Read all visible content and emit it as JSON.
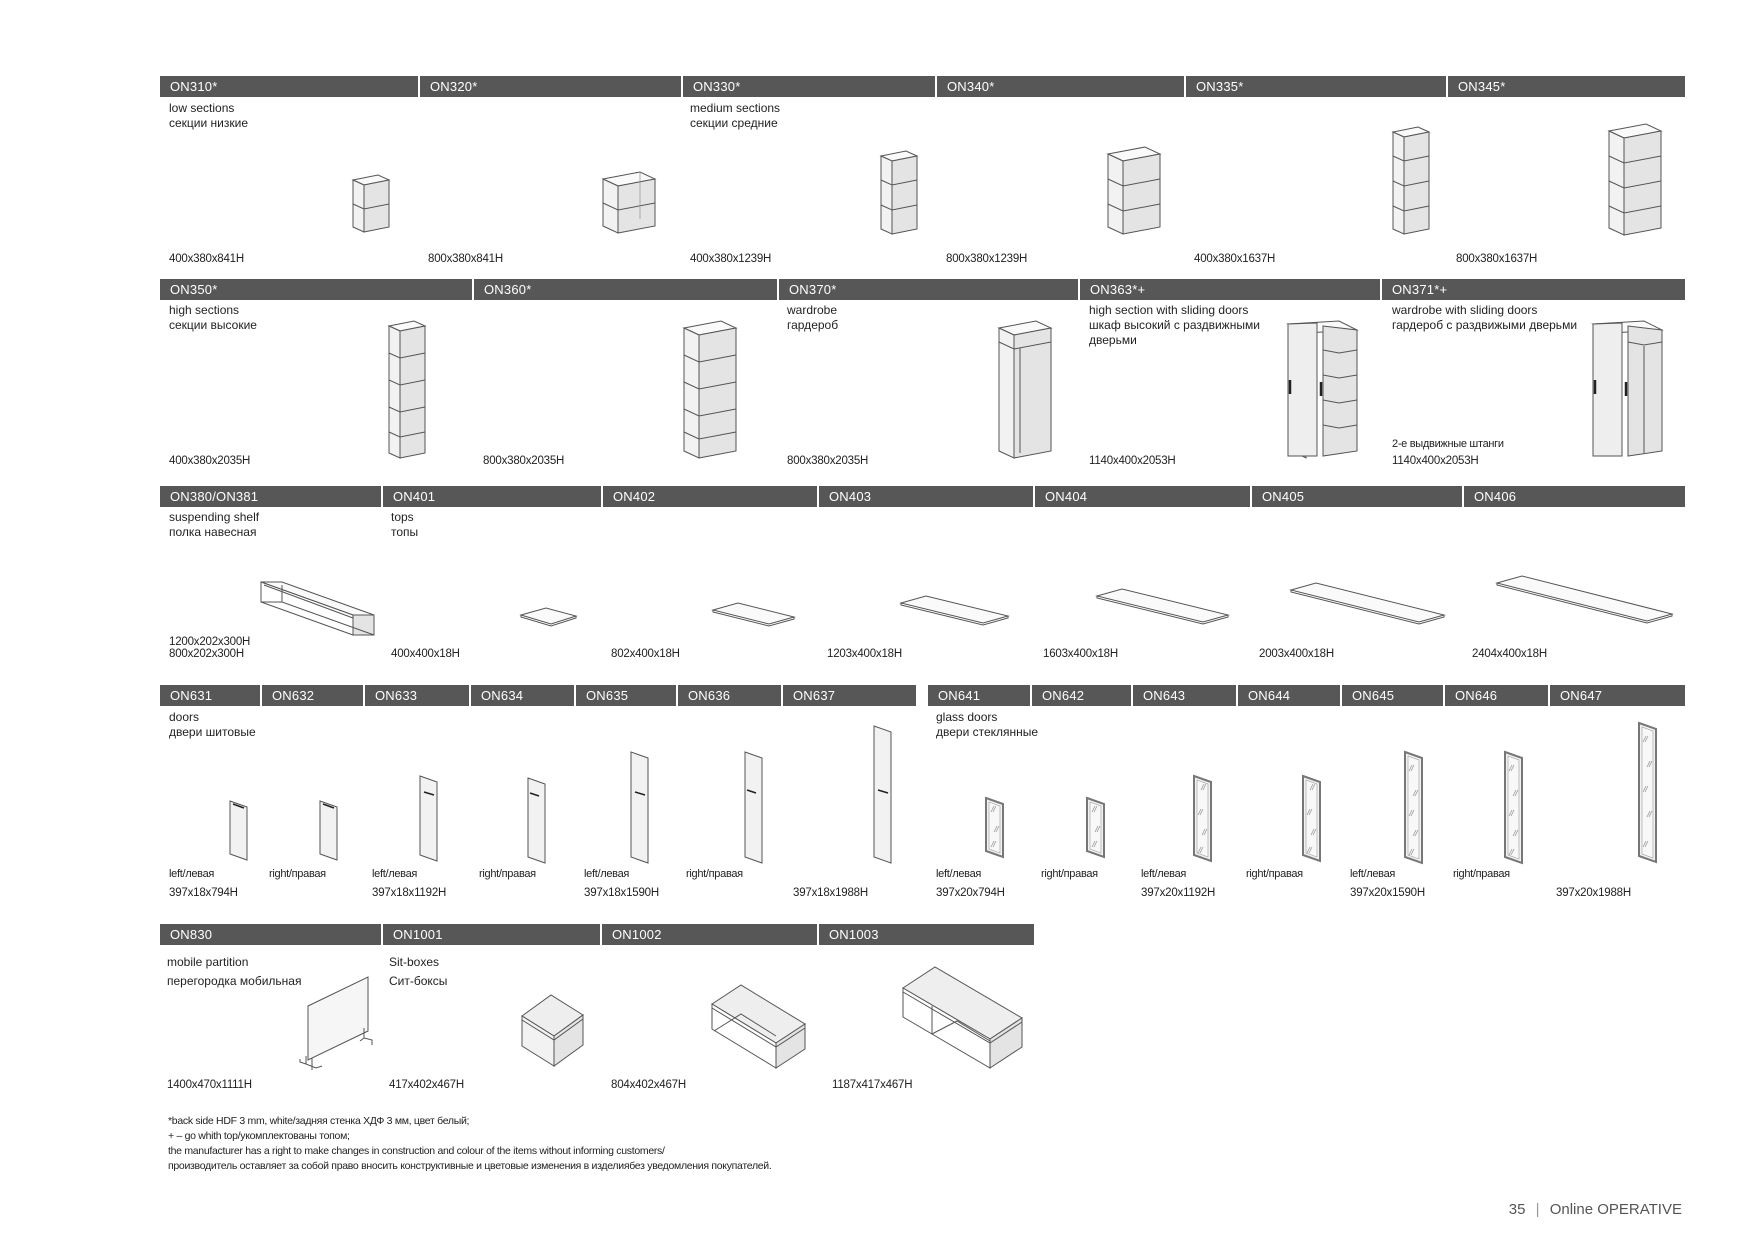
{
  "page": {
    "number": "35",
    "separator": "|",
    "brand": "Online OPERATIVE"
  },
  "row1": {
    "items": [
      {
        "code": "ON310*",
        "dims": "400x380x841H"
      },
      {
        "code": "ON320*",
        "dims": "800x380x841H"
      },
      {
        "code": "ON330*",
        "dims": "400x380x1239H"
      },
      {
        "code": "ON340*",
        "dims": "800x380x1239H"
      },
      {
        "code": "ON335*",
        "dims": "400x380x1637H"
      },
      {
        "code": "ON345*",
        "dims": "800x380x1637H"
      }
    ],
    "groups": [
      {
        "en": "low sections",
        "ru": "секции низкие"
      },
      {
        "en": "medium sections",
        "ru": "секции средние"
      }
    ]
  },
  "row2": {
    "items": [
      {
        "code": "ON350*",
        "dims": "400x380x2035H"
      },
      {
        "code": "ON360*",
        "dims": "800x380x2035H"
      },
      {
        "code": "ON370*",
        "dims": "800x380x2035H"
      },
      {
        "code": "ON363*+",
        "dims": "1140x400x2053H"
      },
      {
        "code": "ON371*+",
        "dims": "1140x400x2053H",
        "note": "2-е выдвижные штанги"
      }
    ],
    "groups": [
      {
        "en": "high sections",
        "ru": "секции высокие"
      },
      {
        "en": "wardrobe",
        "ru": "гардероб"
      },
      {
        "en": "high section with sliding doors",
        "ru": "шкаф высокий с раздвижными",
        "ru2": "дверьми"
      },
      {
        "en": "wardrobe with sliding doors",
        "ru": "гардероб с раздвижыми дверьми"
      }
    ]
  },
  "row3": {
    "items": [
      {
        "code": "ON380/ON381",
        "dims": "1200x202x300H",
        "dims2": "800x202x300H"
      },
      {
        "code": "ON401",
        "dims": "400x400x18H"
      },
      {
        "code": "ON402",
        "dims": "802x400x18H"
      },
      {
        "code": "ON403",
        "dims": "1203x400x18H"
      },
      {
        "code": "ON404",
        "dims": "1603x400x18H"
      },
      {
        "code": "ON405",
        "dims": "2003x400x18H"
      },
      {
        "code": "ON406",
        "dims": "2404x400x18H"
      }
    ],
    "groups": [
      {
        "en": "suspending shelf",
        "ru": "полка навесная"
      },
      {
        "en": "tops",
        "ru": "топы"
      }
    ]
  },
  "row4": {
    "doors": {
      "en": "doors",
      "ru": "двери шитовые",
      "items": [
        {
          "code": "ON631",
          "side": "left/левая",
          "dims": "397x18x794H"
        },
        {
          "code": "ON632",
          "side": "right/правая"
        },
        {
          "code": "ON633",
          "side": "left/левая",
          "dims": "397x18x1192H"
        },
        {
          "code": "ON634",
          "side": "right/правая"
        },
        {
          "code": "ON635",
          "side": "left/левая",
          "dims": "397x18x1590H"
        },
        {
          "code": "ON636",
          "side": "right/правая"
        },
        {
          "code": "ON637",
          "dims": "397x18x1988H"
        }
      ]
    },
    "glass": {
      "en": "glass doors",
      "ru": "двери стеклянные",
      "items": [
        {
          "code": "ON641",
          "side": "left/левая",
          "dims": "397x20x794H"
        },
        {
          "code": "ON642",
          "side": "right/правая"
        },
        {
          "code": "ON643",
          "side": "left/левая",
          "dims": "397x20x1192H"
        },
        {
          "code": "ON644",
          "side": "right/правая"
        },
        {
          "code": "ON645",
          "side": "left/левая",
          "dims": "397x20x1590H"
        },
        {
          "code": "ON646",
          "side": "right/правая"
        },
        {
          "code": "ON647",
          "dims": "397x20x1988H"
        }
      ]
    }
  },
  "row5": {
    "items": [
      {
        "code": "ON830",
        "dims": "1400x470x1111H"
      },
      {
        "code": "ON1001",
        "dims": "417x402x467H"
      },
      {
        "code": "ON1002",
        "dims": "804x402x467H"
      },
      {
        "code": "ON1003",
        "dims": "1187x417x467H"
      }
    ],
    "groups": [
      {
        "en": "mobile partition",
        "ru": "перегородка мобильная"
      },
      {
        "en": "Sit-boxes",
        "ru": "Сит-боксы"
      }
    ]
  },
  "footnotes": [
    "*back side HDF 3 mm, white/задняя стенка ХДФ 3 мм, цвет белый;",
    "+ – go whith top/укомплектованы топом;",
    "the manufacturer has a right to make changes in construction and colour of the items without informing customers/",
    "производитель оставляет за собой право вносить конструктивные и цветовые изменения в изделиябез уведомления покупателей."
  ]
}
